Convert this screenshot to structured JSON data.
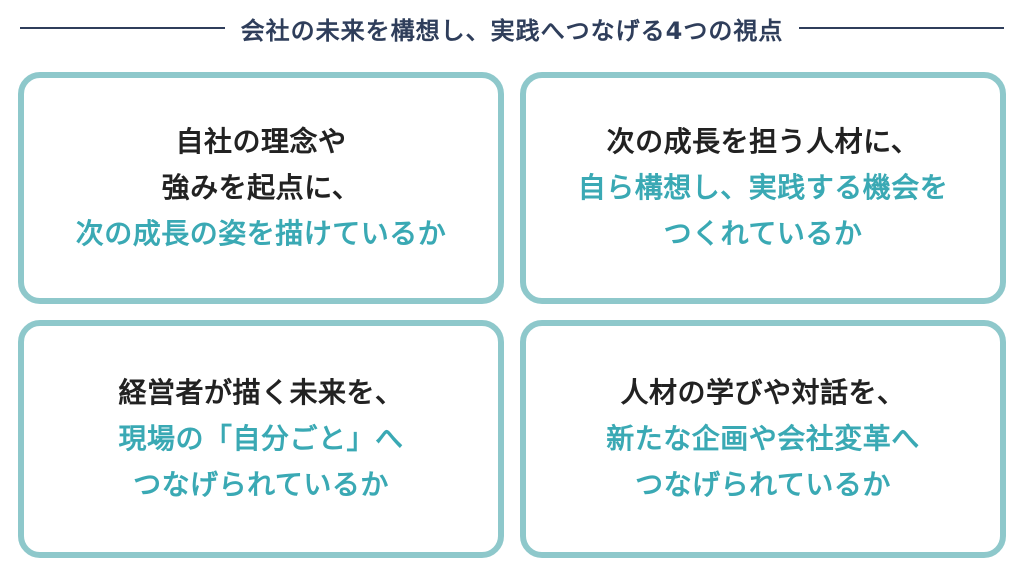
{
  "header": {
    "title": "会社の未来を構想し、実践へつなげる4つの視点"
  },
  "colors": {
    "title": "#2f3e5b",
    "card_border": "#8ec8cb",
    "dark_text": "#222222",
    "accent_text": "#3aa9b4"
  },
  "cards": [
    {
      "lines": [
        {
          "text": "自社の理念や",
          "accent": false
        },
        {
          "text": "強みを起点に、",
          "accent": false
        },
        {
          "text": "次の成長の姿を描けているか",
          "accent": true
        }
      ]
    },
    {
      "lines": [
        {
          "text": "次の成長を担う人材に、",
          "accent": false
        },
        {
          "text": "自ら構想し、実践する機会を",
          "accent": true
        },
        {
          "text": "つくれているか",
          "accent": true
        }
      ]
    },
    {
      "lines": [
        {
          "text": "経営者が描く未来を、",
          "accent": false
        },
        {
          "text": "現場の「自分ごと」へ",
          "accent": true
        },
        {
          "text": "つなげられているか",
          "accent": true
        }
      ]
    },
    {
      "lines": [
        {
          "text": "人材の学びや対話を、",
          "accent": false
        },
        {
          "text": "新たな企画や会社変革へ",
          "accent": true
        },
        {
          "text": "つなげられているか",
          "accent": true
        }
      ]
    }
  ]
}
